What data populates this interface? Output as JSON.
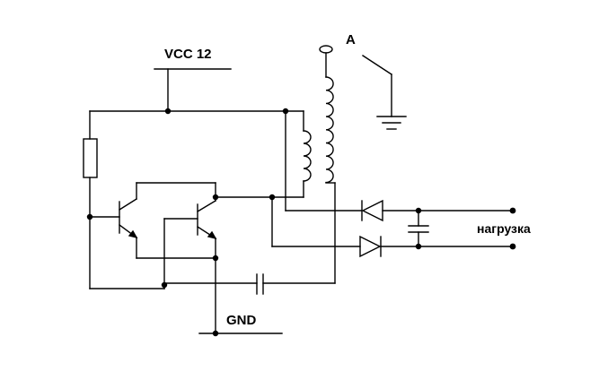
{
  "labels": {
    "vcc": "VCC 12",
    "gnd": "GND",
    "antenna": "A",
    "load": "нагрузка"
  },
  "colors": {
    "line": "#000000",
    "background": "#ffffff"
  }
}
